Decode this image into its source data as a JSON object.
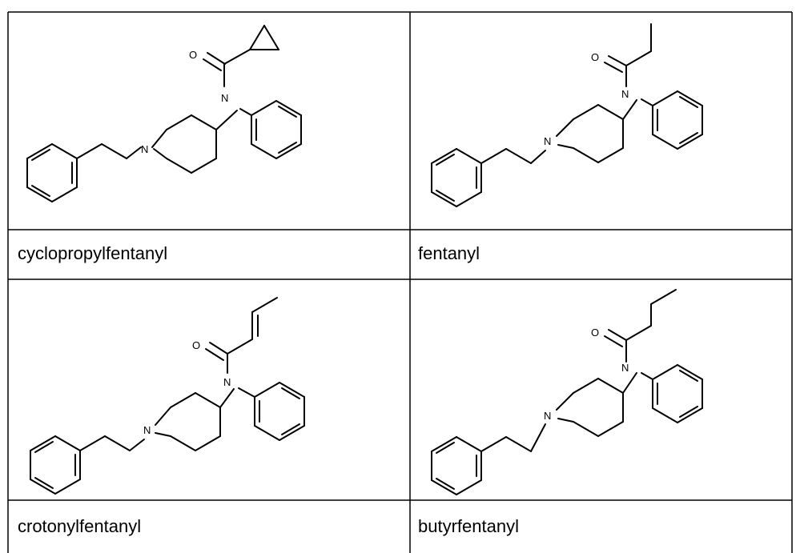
{
  "table": {
    "rows": [
      {
        "compounds": [
          {
            "name": "cyclopropylfentanyl",
            "atoms": {
              "o": "O",
              "n_amide": "N",
              "n_ring": "N"
            }
          },
          {
            "name": "fentanyl",
            "atoms": {
              "o": "O",
              "n_amide": "N",
              "n_ring": "N"
            }
          }
        ]
      },
      {
        "compounds": [
          {
            "name": "crotonylfentanyl",
            "atoms": {
              "o": "O",
              "n_amide": "N",
              "n_ring": "N"
            }
          },
          {
            "name": "butyrfentanyl",
            "atoms": {
              "o": "O",
              "n_amide": "N",
              "n_ring": "N"
            }
          }
        ]
      }
    ]
  }
}
